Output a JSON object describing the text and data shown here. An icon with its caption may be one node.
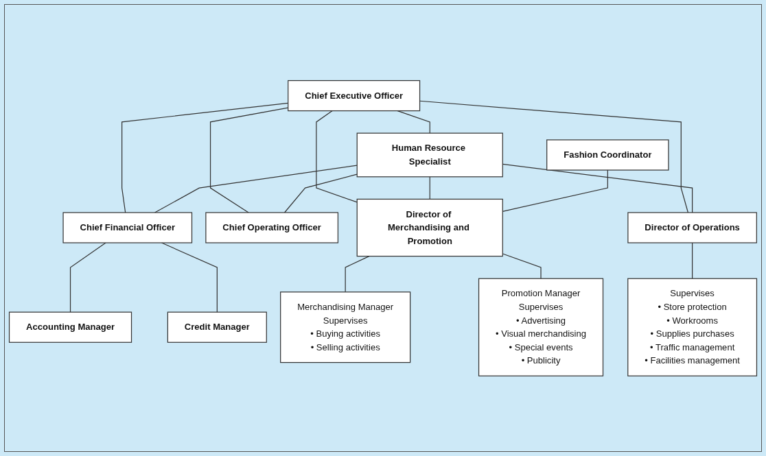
{
  "diagram": {
    "nodes": [
      {
        "text": [
          "Chief Executive Officer"
        ]
      },
      {
        "text": [
          "Human Resource Specialist"
        ]
      },
      {
        "text": [
          "Chief Financial Officer"
        ]
      },
      {
        "text": [
          "Chief Operating Officer"
        ]
      },
      {
        "text": [
          "Accounting Manager"
        ]
      },
      {
        "text": [
          "Credit Manager"
        ]
      },
      {
        "text": [
          "Fashion Coordinator"
        ]
      },
      {
        "text": [
          "Director of Merchandising and Promotion"
        ]
      },
      {
        "text": [
          "Director of Operations"
        ]
      },
      {
        "text": [
          "Merchandising Manager",
          "Supervises",
          "• Buying activities",
          "• Selling activities"
        ]
      },
      {
        "text": [
          "Promotion Manager",
          "Supervises",
          "• Advertising",
          "• Visual merchandising",
          "• Special events",
          "• Publicity"
        ]
      },
      {
        "text": [
          "Supervises",
          "• Store protection",
          "• Workrooms",
          "• Supplies purchases",
          "• Traffic management",
          "• Facilities management"
        ]
      }
    ],
    "edges": [
      {
        "from": 0,
        "to": 1,
        "arrow": "none"
      },
      {
        "from": 0,
        "to": 2,
        "arrow": "none"
      },
      {
        "from": 0,
        "to": 3,
        "arrow": "none"
      },
      {
        "from": 0,
        "to": 7,
        "arrow": "none"
      },
      {
        "from": 0,
        "to": 8,
        "arrow": "none"
      },
      {
        "from": 1,
        "to": 2,
        "arrow": "none"
      },
      {
        "from": 1,
        "to": 3,
        "arrow": "none"
      },
      {
        "from": 1,
        "to": 7,
        "arrow": "none"
      },
      {
        "from": 1,
        "to": 8,
        "arrow": "none"
      },
      {
        "from": 2,
        "to": 4,
        "arrow": "none"
      },
      {
        "from": 2,
        "to": 5,
        "arrow": "none"
      },
      {
        "from": 6,
        "to": 7,
        "arrow": "none"
      },
      {
        "from": 7,
        "to": 9,
        "arrow": "none"
      },
      {
        "from": 7,
        "to": 10,
        "arrow": "none"
      },
      {
        "from": 8,
        "to": 11,
        "arrow": "none"
      }
    ]
  }
}
